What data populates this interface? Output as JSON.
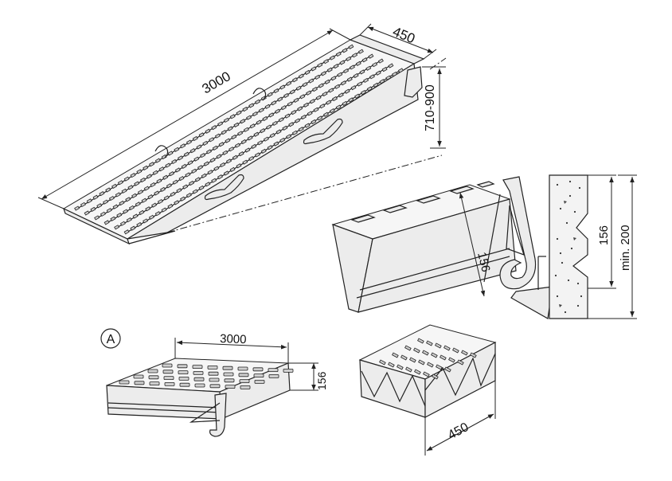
{
  "labels": {
    "ramp_length": "3000",
    "ramp_width": "450",
    "ramp_height_range": "710-900",
    "section_height": "156",
    "wall_height": "156",
    "wall_min": "min. 200",
    "detail_marker": "A",
    "detail_length": "3000",
    "detail_height": "156",
    "module_width": "450"
  }
}
